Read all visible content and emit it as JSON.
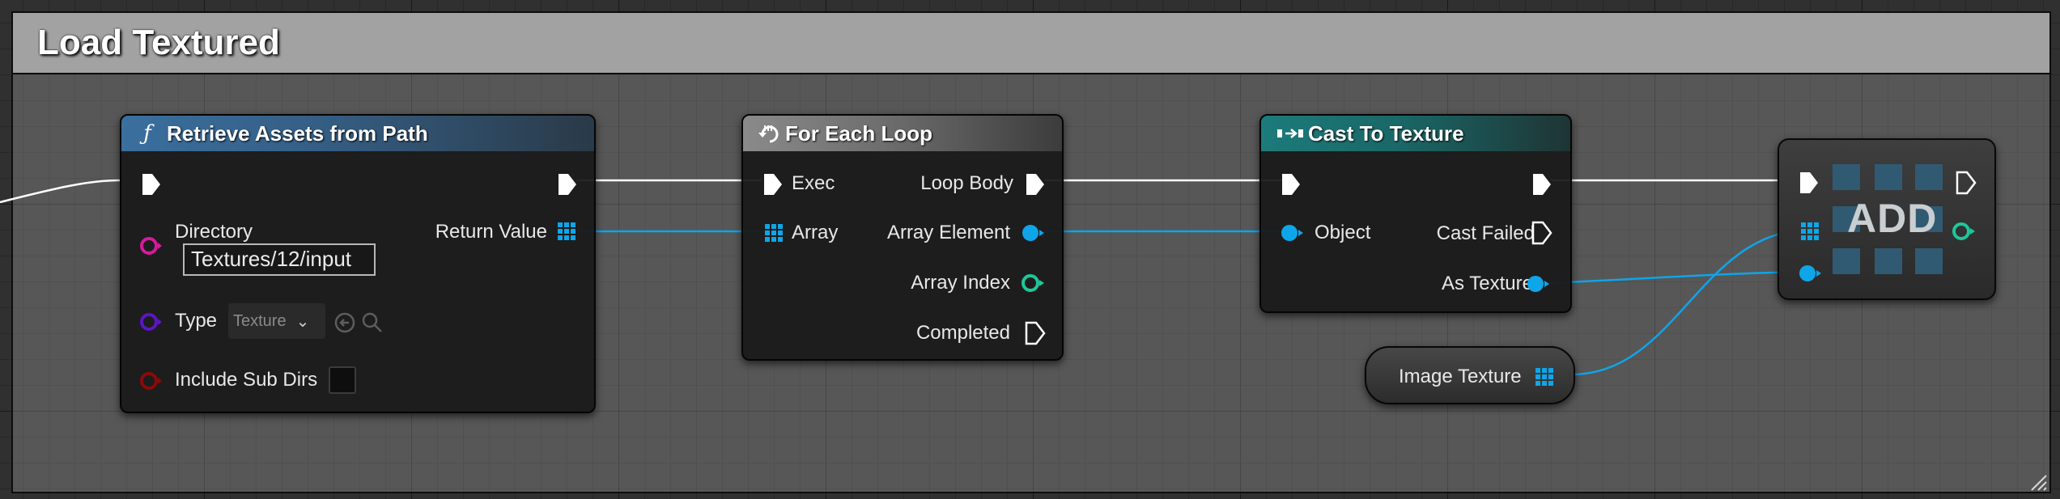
{
  "comment": {
    "title": "Load Textured"
  },
  "nodes": {
    "retrieve_assets": {
      "title": "Retrieve Assets from Path",
      "icon": "function-icon",
      "inputs": {
        "directory_label": "Directory",
        "directory_value": "Textures/12/input",
        "type_label": "Type",
        "type_value": "Texture",
        "include_sub_dirs_label": "Include Sub Dirs",
        "include_sub_dirs_checked": false
      },
      "outputs": {
        "return_value_label": "Return Value"
      }
    },
    "for_each_loop": {
      "title": "For Each Loop",
      "icon": "loop-icon",
      "inputs": {
        "exec_label": "Exec",
        "array_label": "Array"
      },
      "outputs": {
        "loop_body_label": "Loop Body",
        "array_element_label": "Array Element",
        "array_index_label": "Array Index",
        "completed_label": "Completed"
      }
    },
    "cast_to_texture": {
      "title": "Cast To Texture",
      "icon": "cast-icon",
      "inputs": {
        "object_label": "Object"
      },
      "outputs": {
        "cast_failed_label": "Cast Failed",
        "as_texture_label": "As Texture"
      }
    },
    "image_texture_var": {
      "label": "Image Texture"
    },
    "add": {
      "label": "ADD"
    }
  },
  "colors": {
    "exec_wire": "#ffffff",
    "object_wire": "#0ea5e9",
    "object_pin": "#0ea5e9",
    "int_pin": "#1ec79a",
    "path_pin": "#d61a9d",
    "class_pin": "#5b16c4",
    "bool_pin": "#8a0a0a",
    "function_header": "#3a6f9e",
    "loop_header": "#8a8a8a",
    "cast_header": "#1d7b7b"
  }
}
